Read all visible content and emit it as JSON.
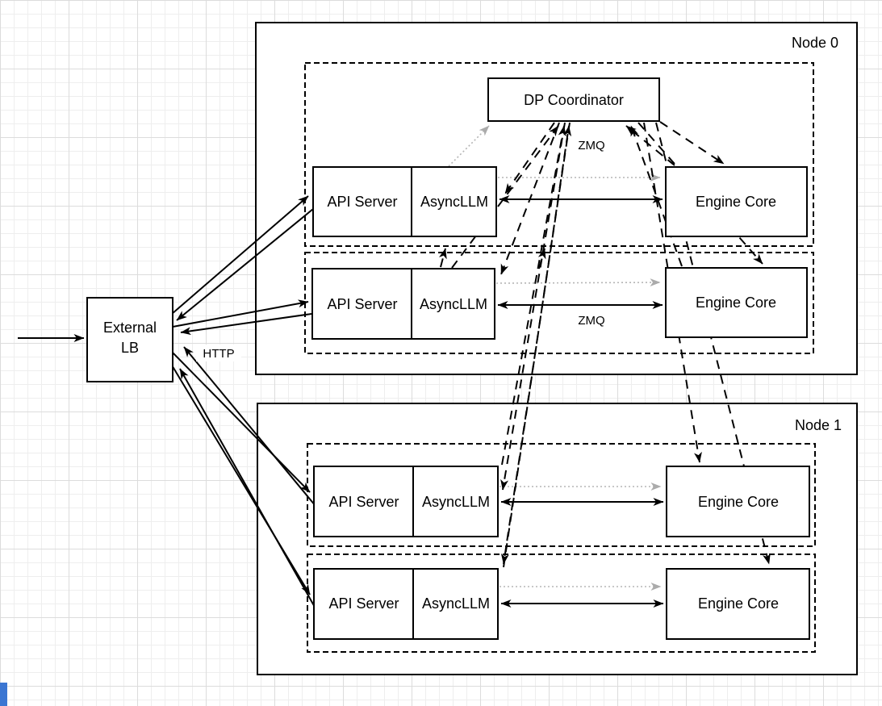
{
  "labels": {
    "node0": "Node 0",
    "node1": "Node 1",
    "dp_coordinator": "DP Coordinator"
  },
  "external_lb": {
    "line1": "External",
    "line2": "LB"
  },
  "edge_labels": {
    "zmq_coordinator": "ZMQ",
    "zmq_row": "ZMQ",
    "http": "HTTP"
  },
  "nodes": [
    {
      "title": "Node 0",
      "rows": [
        {
          "api_server": "API Server",
          "async_llm": "AsyncLLM",
          "engine_core": "Engine Core"
        },
        {
          "api_server": "API Server",
          "async_llm": "AsyncLLM",
          "engine_core": "Engine Core"
        }
      ]
    },
    {
      "title": "Node 1",
      "rows": [
        {
          "api_server": "API Server",
          "async_llm": "AsyncLLM",
          "engine_core": "Engine Core"
        },
        {
          "api_server": "API Server",
          "async_llm": "AsyncLLM",
          "engine_core": "Engine Core"
        }
      ]
    }
  ],
  "colors": {
    "stroke": "#000000",
    "gray_link": "#b5b5b5",
    "page_marker": "#3b76d2"
  }
}
